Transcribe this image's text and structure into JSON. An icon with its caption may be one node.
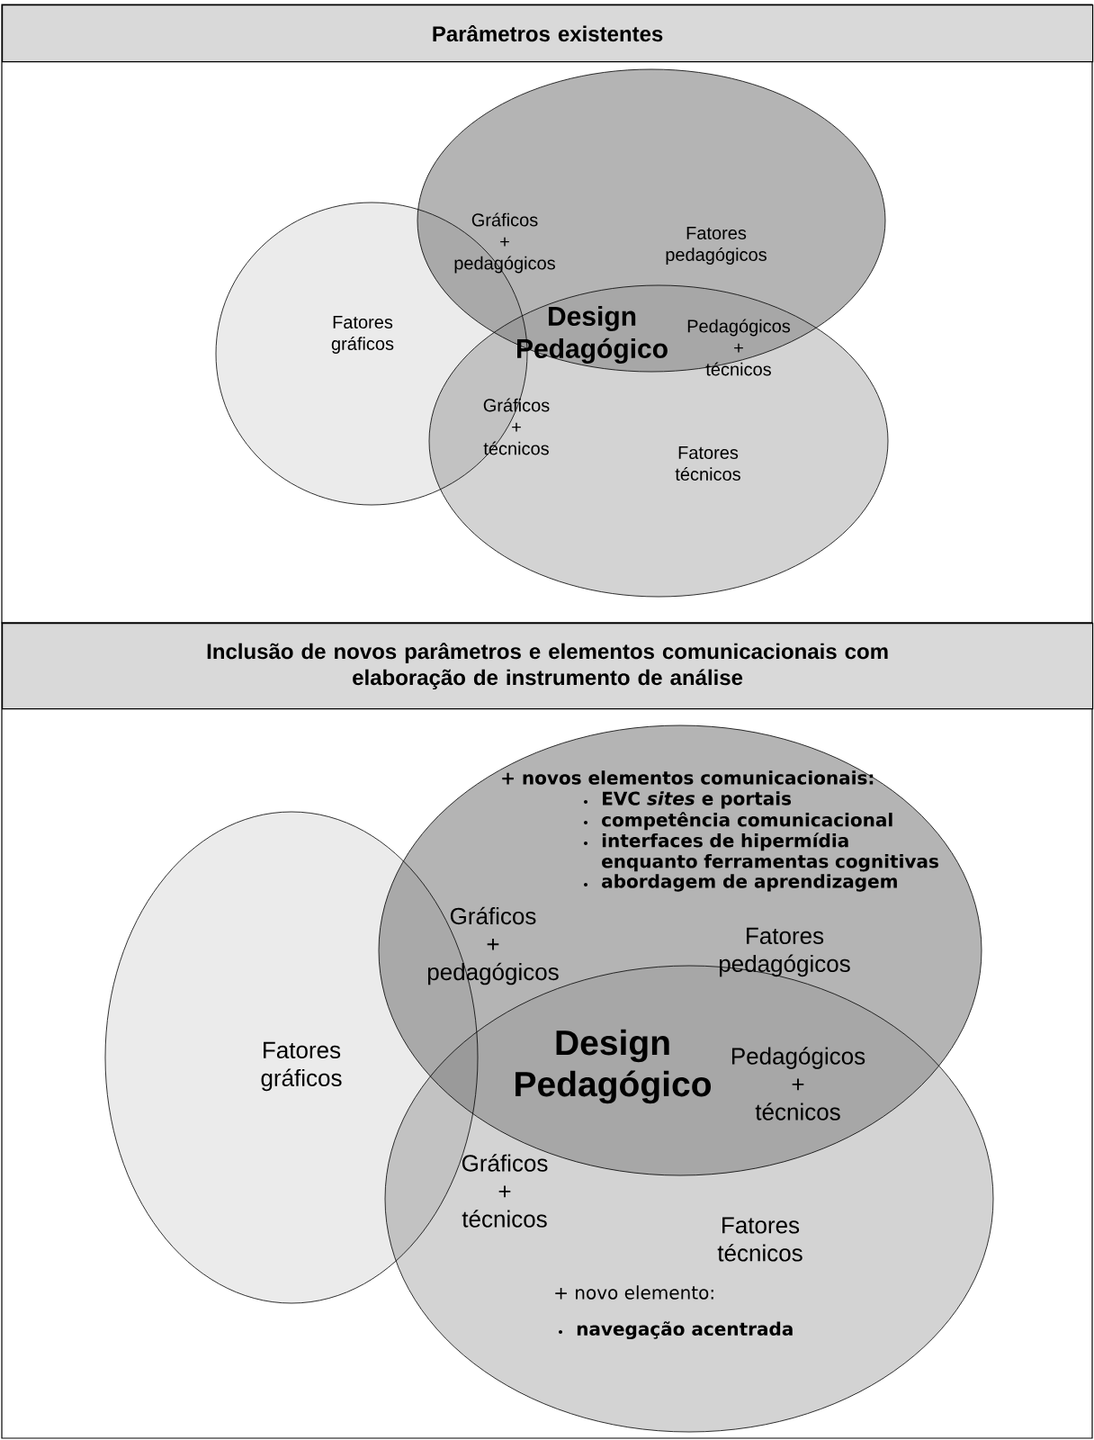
{
  "diagram": {
    "nodes": [
      {
        "text": [
          "Parâmetros existentes"
        ]
      },
      {
        "text": [
          "Fatores gráficos"
        ]
      },
      {
        "text": [
          "Fatores pedagógicos"
        ]
      },
      {
        "text": [
          "Fatores técnicos"
        ]
      },
      {
        "text": [
          "Inclusão de novos parâmetros e elementos comunicacionais com elaboração de instrumento de análise"
        ]
      },
      {
        "text": [
          "Fatores gráficos"
        ]
      },
      {
        "text": [
          "+ novos elementos comunicacionais:",
          "EVC *sites* e portais",
          "competência comunicacional",
          "interfaces de hipermídia enquanto ferramentas cognitivas",
          "abordagem de aprendizagem",
          "Fatores pedagógicos"
        ]
      },
      {
        "text": [
          "Fatores técnicos",
          "+ novo elemento:",
          "navegação acentrada"
        ]
      }
    ],
    "edges": [],
    "labels": [
      "Gráficos + pedagógicos",
      "Design Pedagógico",
      "Pedagógicos + técnicos",
      "Gráficos + técnicos",
      "Gráficos + pedagógicos",
      "Design Pedagógico",
      "Pedagógicos + técnicos",
      "Gráficos + técnicos"
    ]
  }
}
